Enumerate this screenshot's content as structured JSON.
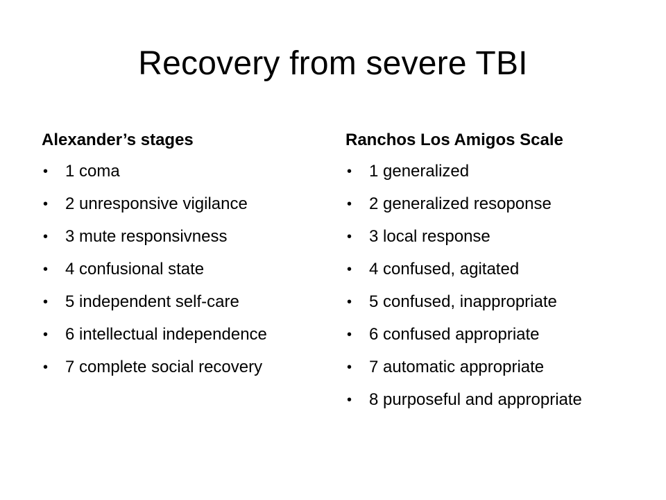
{
  "slide": {
    "title": "Recovery from severe TBI",
    "left_column": {
      "header": "Alexander’s stages",
      "items": [
        "1 coma",
        "2 unresponsive vigilance",
        "3 mute responsivness",
        "4 confusional state",
        "5 independent self-care",
        "6 intellectual independence",
        "7 complete social recovery"
      ]
    },
    "right_column": {
      "header": "Ranchos Los Amigos Scale",
      "items": [
        "1 generalized",
        "2 generalized resoponse",
        "3 local response",
        "4 confused, agitated",
        "5 confused, inappropriate",
        "6 confused appropriate",
        "7 automatic appropriate",
        "8 purposeful and appropriate"
      ]
    },
    "bullet_glyph": "•"
  }
}
